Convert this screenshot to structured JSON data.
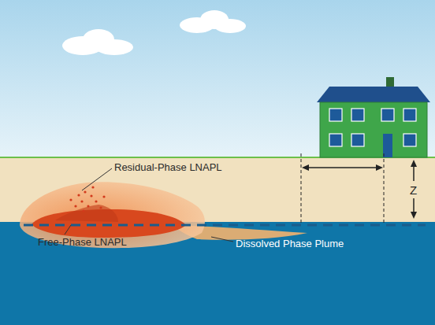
{
  "diagram": {
    "labels": [
      "Residual-Phase LNAPL",
      "Free-Phase LNAPL",
      "Dissolved Phase Plume",
      "Z"
    ]
  }
}
